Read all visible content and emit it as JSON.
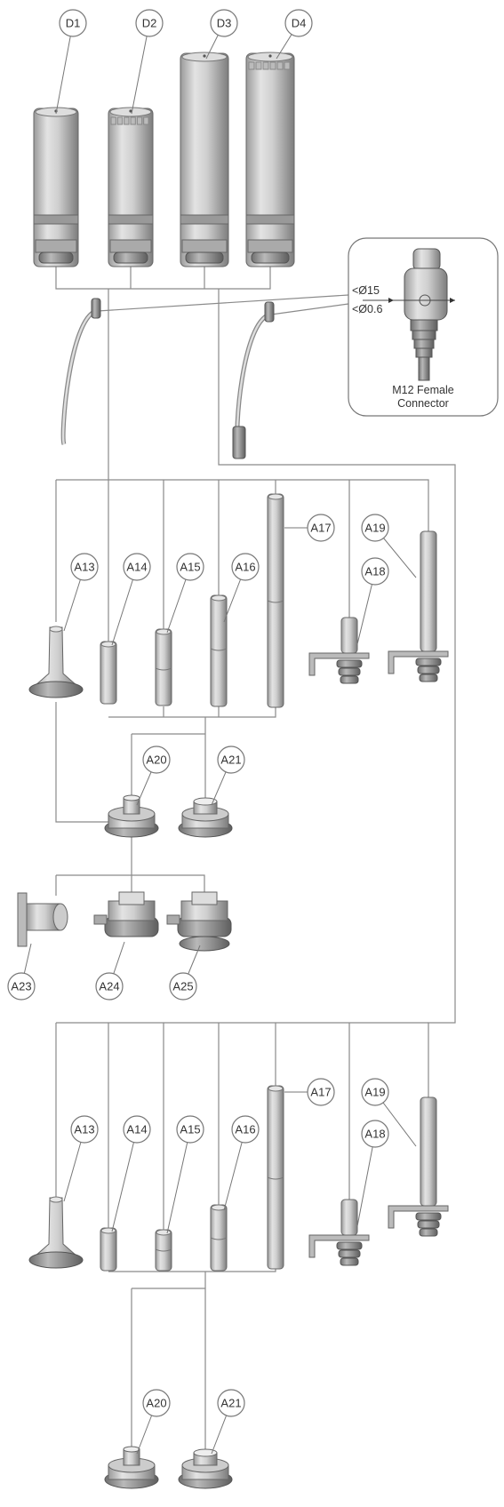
{
  "top_lights": [
    "D1",
    "D2",
    "D3",
    "D4"
  ],
  "section1": [
    "A13",
    "A14",
    "A15",
    "A16",
    "A17",
    "A18",
    "A19"
  ],
  "bases1": [
    "A20",
    "A21"
  ],
  "mounts": [
    "A23",
    "A24",
    "A25"
  ],
  "section2": [
    "A13",
    "A14",
    "A15",
    "A16",
    "A17",
    "A18",
    "A19"
  ],
  "bases2": [
    "A20",
    "A21"
  ],
  "connector": {
    "title_line1": "M12 Female",
    "title_line2": "Connector",
    "dim_1": "<Ø15",
    "dim_2": "<Ø0.6"
  }
}
